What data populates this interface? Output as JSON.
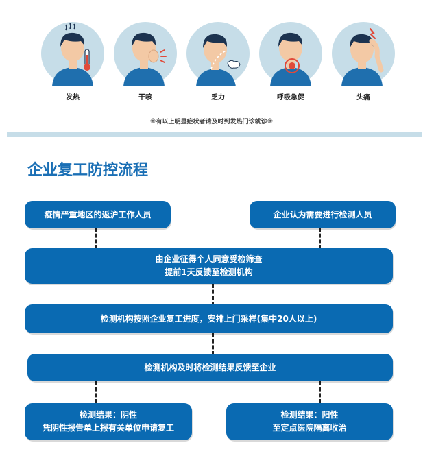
{
  "symptoms": [
    {
      "label": "发热",
      "icon": "fever-icon"
    },
    {
      "label": "干咳",
      "icon": "dry-cough-icon"
    },
    {
      "label": "乏力",
      "icon": "fatigue-icon"
    },
    {
      "label": "呼吸急促",
      "icon": "shortness-of-breath-icon"
    },
    {
      "label": "头痛",
      "icon": "headache-icon"
    }
  ],
  "note": "※有以上明显症状者请及时到发热门诊就诊※",
  "title": "企业复工防控流程",
  "flow": {
    "box1": "疫情严重地区的返沪工作人员",
    "box2": "企业认为需要进行检测人员",
    "box3": {
      "line1": "由企业征得个人同意受检筛查",
      "line2": "提前1天反馈至检测机构"
    },
    "box4": "检测机构按照企业复工进度，安排上门采样(集中20人以上)",
    "box5": "检测机构及时将检测结果反馈至企业",
    "negative": {
      "line1": "检测结果：阴性",
      "line2": "凭阴性报告单上报有关单位申请复工"
    },
    "positive": {
      "line1": "检测结果：阳性",
      "line2": "至定点医院隔离收治"
    }
  },
  "colors": {
    "primary": "#0a6ab2",
    "title": "#1a6fb5",
    "circle": "#c6dde8",
    "shirt": "#1f6fae",
    "skin": "#f3c9a5",
    "hair": "#1c3350"
  }
}
